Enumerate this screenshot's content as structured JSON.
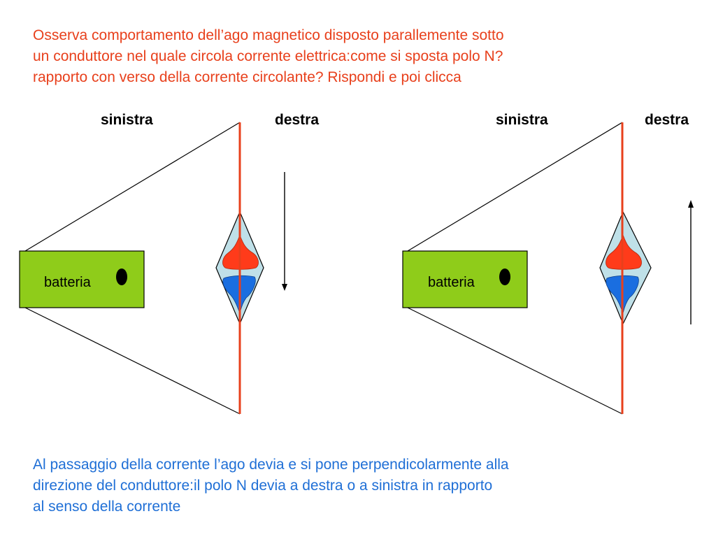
{
  "question": {
    "lines": [
      "Osserva comportamento dell’ago magnetico disposto parallemente sotto",
      "un conduttore nel quale circola corrente elettrica:come si sposta polo N?",
      "rapporto con verso della corrente circolante? Rispondi e poi clicca"
    ]
  },
  "panels": [
    {
      "left_label": "sinistra",
      "right_label": "destra",
      "battery_label": "batteria",
      "current_direction": "down"
    },
    {
      "left_label": "sinistra",
      "right_label": "destra",
      "battery_label": "batteria",
      "current_direction": "up"
    }
  ],
  "answer": {
    "lines": [
      "Al passaggio della corrente l’ago devia e si pone perpendicolarmente alla",
      "direzione del conduttore:il polo N devia a destra o a sinistra in rapporto",
      "al senso della corrente"
    ]
  },
  "colors": {
    "question_text": "#e8401c",
    "answer_text": "#1f6fd6",
    "battery_fill": "#8fcc1a",
    "conductor": "#e8401c",
    "needle_body": "#bfe0e8",
    "north_pole": "#ff3b1a",
    "south_pole": "#1a6ee0"
  }
}
